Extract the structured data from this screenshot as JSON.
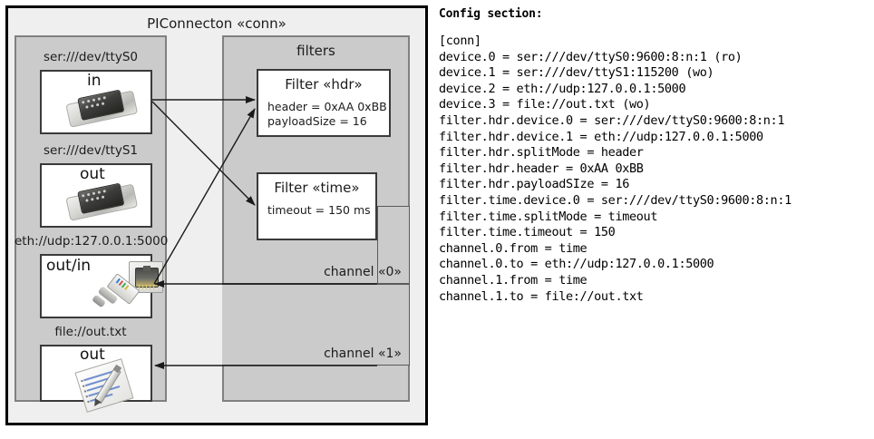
{
  "diagram": {
    "title": "PIConnecton «conn»",
    "devices_panel": {
      "title": "",
      "items": [
        {
          "label": "ser:///dev/ttyS0",
          "io": "in",
          "icon": "serial-port-icon"
        },
        {
          "label": "ser:///dev/ttyS1",
          "io": "out",
          "icon": "serial-port-icon"
        },
        {
          "label": "eth://udp:127.0.0.1:5000",
          "io": "out/in",
          "icon": "ethernet-icon"
        },
        {
          "label": "file://out.txt",
          "io": "out",
          "icon": "text-file-icon"
        }
      ]
    },
    "filters_panel": {
      "title": "filters",
      "filters": [
        {
          "title": "Filter «hdr»",
          "props": [
            "header = 0xAA 0xBB",
            "payloadSize = 16"
          ]
        },
        {
          "title": "Filter «time»",
          "props": [
            "timeout = 150 ms"
          ]
        }
      ],
      "channels": [
        {
          "label": "channel «0»"
        },
        {
          "label": "channel «1»"
        }
      ]
    }
  },
  "config": {
    "heading": "Config section:",
    "text": "[conn]\ndevice.0 = ser:///dev/ttyS0:9600:8:n:1 (ro)\ndevice.1 = ser:///dev/ttyS1:115200 (wo)\ndevice.2 = eth://udp:127.0.0.1:5000\ndevice.3 = file://out.txt (wo)\nfilter.hdr.device.0 = ser:///dev/ttyS0:9600:8:n:1\nfilter.hdr.device.1 = eth://udp:127.0.0.1:5000\nfilter.hdr.splitMode = header\nfilter.hdr.header = 0xAA 0xBB\nfilter.hdr.payloadSIze = 16\nfilter.time.device.0 = ser:///dev/ttyS0:9600:8:n:1\nfilter.time.splitMode = timeout\nfilter.time.timeout = 150\nchannel.0.from = time\nchannel.0.to = eth://udp:127.0.0.1:5000\nchannel.1.from = time\nchannel.1.to = file://out.txt",
    "lines": [
      "[conn]",
      "device.0 = ser:///dev/ttyS0:9600:8:n:1 (ro)",
      "device.1 = ser:///dev/ttyS1:115200 (wo)",
      "device.2 = eth://udp:127.0.0.1:5000",
      "device.3 = file://out.txt (wo)",
      "filter.hdr.device.0 = ser:///dev/ttyS0:9600:8:n:1",
      "filter.hdr.device.1 = eth://udp:127.0.0.1:5000",
      "filter.hdr.splitMode = header",
      "filter.hdr.header = 0xAA 0xBB",
      "filter.hdr.payloadSIze = 16",
      "filter.time.device.0 = ser:///dev/ttyS0:9600:8:n:1",
      "filter.time.splitMode = timeout",
      "filter.time.timeout = 150",
      "channel.0.from = time",
      "channel.0.to = eth://udp:127.0.0.1:5000",
      "channel.1.from = time",
      "channel.1.to = file://out.txt"
    ]
  },
  "colors": {
    "frame_fill": "#efefef",
    "panel_fill": "#cbcbcb",
    "box_fill": "#ffffff",
    "border_dark": "#000000",
    "border_mid": "#808080"
  }
}
